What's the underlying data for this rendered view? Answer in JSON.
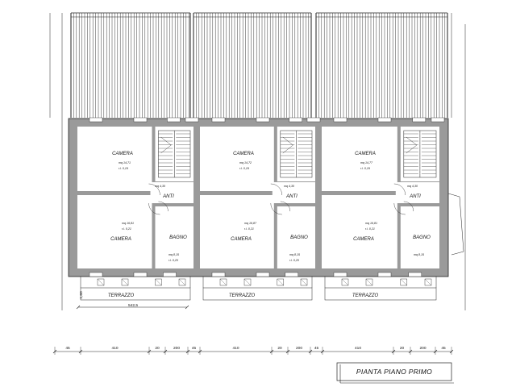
{
  "title": "PIANTA PIANO PRIMO",
  "units": [
    {
      "camera_top": {
        "name": "CAMERA",
        "mq": "mq  14,71",
        "rl": "r.l.  0,19"
      },
      "anti": {
        "name": "ANTI",
        "mq": "mq  4,30"
      },
      "camera_bottom": {
        "name": "CAMERA",
        "mq": "mq  16,81",
        "rl": "r.l.  0,21"
      },
      "bagno": {
        "name": "BAGNO",
        "mq": "mq  8,15",
        "rl": "r.l.  0,20"
      },
      "terrazzo": "TERRAZZO"
    },
    {
      "camera_top": {
        "name": "CAMERA",
        "mq": "mq  14,72",
        "rl": "r.l.  0,19"
      },
      "anti": {
        "name": "ANTI",
        "mq": "mq  4,30"
      },
      "camera_bottom": {
        "name": "CAMERA",
        "mq": "mq  16,87",
        "rl": "r.l.  0,21"
      },
      "bagno": {
        "name": "BAGNO",
        "mq": "mq  8,15",
        "rl": "r.l.  0,20"
      },
      "terrazzo": "TERRAZZO"
    },
    {
      "camera_top": {
        "name": "CAMERA",
        "mq": "mq  14,77",
        "rl": "r.l.  0,19"
      },
      "anti": {
        "name": "ANTI",
        "mq": "mq  4,30"
      },
      "camera_bottom": {
        "name": "CAMERA",
        "mq": "mq  16,81",
        "rl": "r.l.  0,21"
      },
      "bagno": {
        "name": "BAGNO",
        "mq": "mq  8,15",
        "rl": ""
      },
      "terrazzo": "TERRAZZO"
    }
  ],
  "dim_terrazzo_len": "542,5",
  "dim_terrazzo_depth": "1,60",
  "dimension_chain": [
    "45",
    "410",
    "20",
    "200",
    "45",
    "410",
    "20",
    "200",
    "45",
    "410",
    "20",
    "200",
    "45"
  ],
  "colors": {
    "wall": "#9a9a9a",
    "line": "#222222"
  }
}
